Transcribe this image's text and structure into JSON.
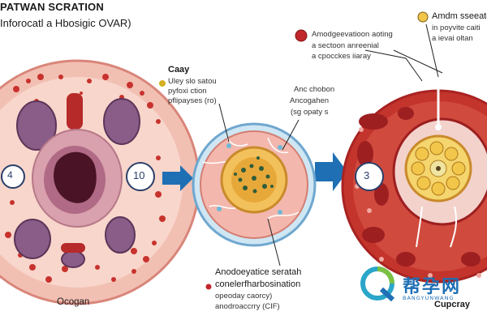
{
  "header": {
    "title_line1": "PATWAN SCRATION",
    "title_line2": "Inforocatl a Hbosigic OVAR)"
  },
  "stage_left": {
    "badge_left": "4",
    "badge_right": "10",
    "caption": "Ocogan"
  },
  "stage_middle": {
    "callout_top_left": {
      "heading": "Caay",
      "line1": "Uley slo satou",
      "line2": "pyfoxi ction",
      "line3": "pflipayses (ro)"
    },
    "callout_top_right": {
      "line1": "Anc chobon",
      "line2": "Ancogahen",
      "line3": "(sg opaty s"
    },
    "callout_bottom": {
      "line1": "Anodoeyatice seratah",
      "line2": "conelerfharbosination",
      "line3": "opeoday caorcy)",
      "line4": "anodroaccrry (CIF)"
    }
  },
  "stage_right": {
    "badge": "3",
    "callout_top_left": {
      "line1": "Amodgeevatioon aoting",
      "line2": "a sectoon anreenial",
      "line3": "a cpocckes iiaray"
    },
    "callout_top_right": {
      "line1": "Amdm sseeate",
      "line2": "in poyvite caiti",
      "line3": "a ievai oltan"
    },
    "caption": "Cupcray"
  },
  "watermark": {
    "chinese": "帮孕网",
    "latin": "BANGYUNWANG"
  },
  "colors": {
    "tissue_light": "#f4c6b8",
    "tissue_dark": "#c3342c",
    "follicle_purple": "#8a5d88",
    "arrow_blue": "#1f6fb5",
    "oocyte_yellow": "#f1c64a",
    "outline_red": "#a82322"
  }
}
